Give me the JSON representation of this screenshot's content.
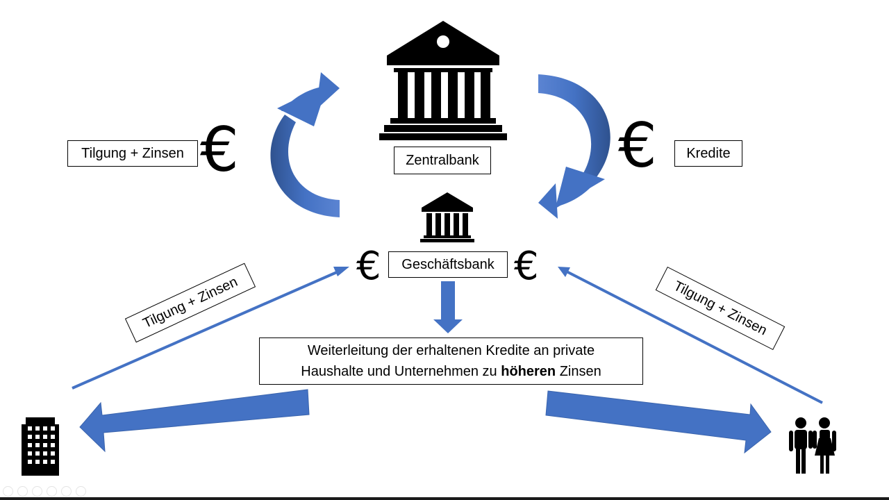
{
  "diagram": {
    "labels": {
      "zentralbank": "Zentralbank",
      "geschaeftsbank": "Geschäftsbank",
      "tilgung_left_top": "Tilgung + Zinsen",
      "kredite": "Kredite",
      "tilgung_diag_left": "Tilgung + Zinsen",
      "tilgung_diag_right": "Tilgung + Zinsen"
    },
    "info": {
      "line1": "Weiterleitung der erhaltenen Kredite an private",
      "line2_prefix": "Haushalte und Unternehmen zu ",
      "line2_bold": "höheren",
      "line2_suffix": " Zinsen"
    },
    "euro_symbol": "€",
    "icons": [
      "bank-building-icon",
      "bank-building-small-icon",
      "office-building-icon",
      "people-couple-icon",
      "euro-icon"
    ],
    "colors": {
      "arrow_blue": "#4472c4",
      "arrow_dark": "#2f528f",
      "icon": "#000000"
    }
  }
}
